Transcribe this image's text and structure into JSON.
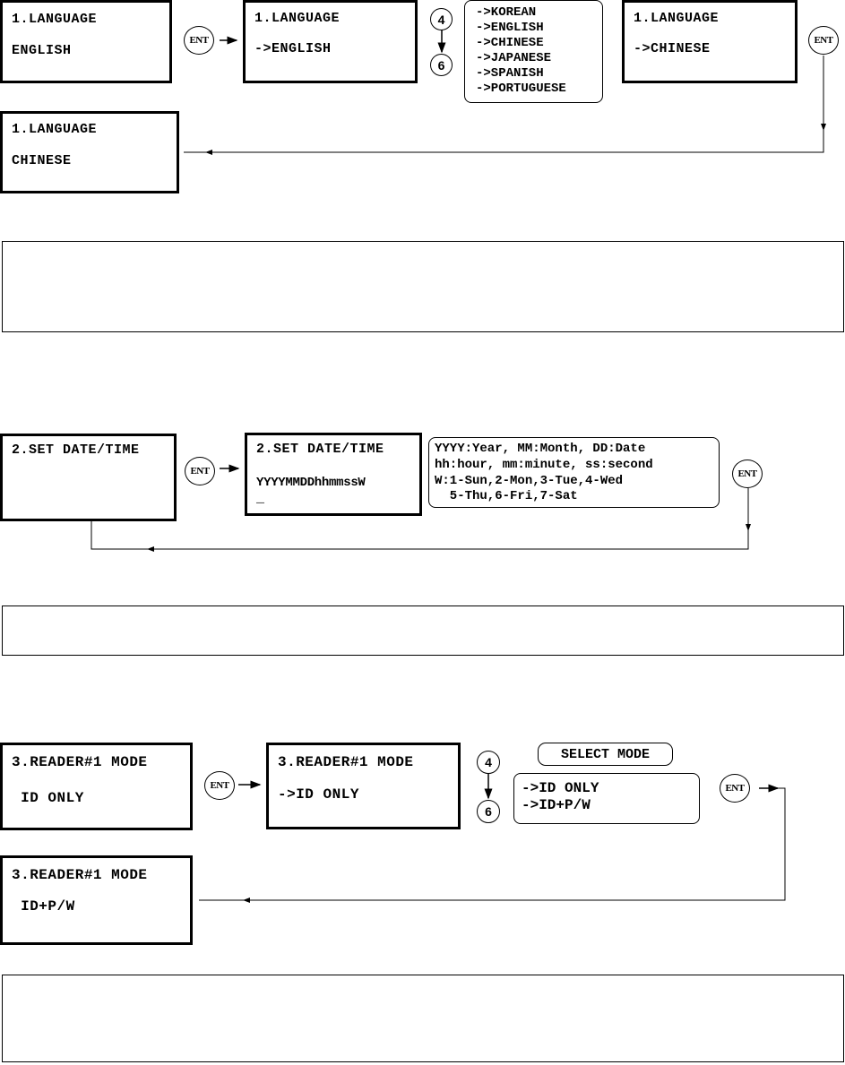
{
  "keys": {
    "ent": "ENT",
    "up": "4",
    "down": "6"
  },
  "language": {
    "screen1": {
      "title": "1.LANGUAGE",
      "value": "ENGLISH"
    },
    "screen2": {
      "title": "1.LANGUAGE",
      "value": "->ENGLISH"
    },
    "options": [
      "->KOREAN",
      "->ENGLISH",
      "->CHINESE",
      "->JAPANESE",
      "->SPANISH",
      "->PORTUGUESE"
    ],
    "screen3": {
      "title": "1.LANGUAGE",
      "value": "->CHINESE"
    },
    "screen4": {
      "title": "1.LANGUAGE",
      "value": "CHINESE"
    }
  },
  "datetime": {
    "screen1": {
      "title": "2.SET DATE/TIME"
    },
    "screen2": {
      "title": "2.SET DATE/TIME",
      "value": "YYYYMMDDhhmmssW",
      "cursor": "_"
    },
    "legend": [
      "YYYY:Year, MM:Month, DD:Date",
      "hh:hour, mm:minute, ss:second",
      "W:1-Sun,2-Mon,3-Tue,4-Wed",
      "  5-Thu,6-Fri,7-Sat"
    ]
  },
  "reader": {
    "screen1": {
      "title": "3.READER#1 MODE",
      "value": " ID ONLY"
    },
    "screen2": {
      "title": "3.READER#1 MODE",
      "value": "->ID ONLY"
    },
    "select_title": "SELECT MODE",
    "options": [
      "->ID ONLY",
      "->ID+P/W"
    ],
    "screen3": {
      "title": "3.READER#1 MODE",
      "value": " ID+P/W"
    }
  }
}
